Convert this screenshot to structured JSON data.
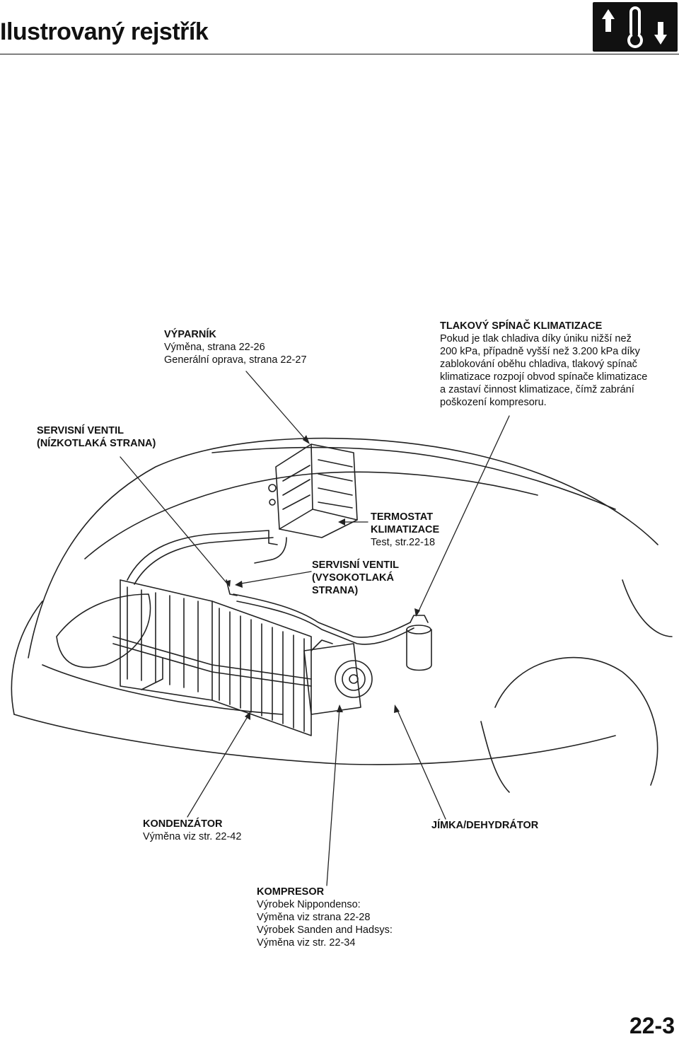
{
  "header": {
    "title": "Ilustrovaný rejstřík",
    "badge_icon": "temperature-up-down-icon"
  },
  "callouts": {
    "evaporator": {
      "heading": "VÝPARNÍK",
      "lines": [
        "Výměna, strana 22-26",
        "Generální oprava, strana 22-27"
      ]
    },
    "pressure_switch": {
      "heading": "TLAKOVÝ SPÍNAČ KLIMATIZACE",
      "lines": [
        "Pokud je tlak chladiva díky úniku nižší než",
        "200 kPa, případně vyšší než 3.200 kPa díky",
        "zablokování oběhu chladiva, tlakový spínač",
        "klimatizace rozpojí obvod spínače klimatizace",
        "a zastaví činnost klimatizace, čímž zabrání",
        "poškození kompresoru."
      ]
    },
    "low_side_valve": {
      "heading_lines": [
        "SERVISNÍ VENTIL",
        "(NÍZKOTLAKÁ STRANA)"
      ]
    },
    "thermostat": {
      "heading_lines": [
        "TERMOSTAT",
        "KLIMATIZACE"
      ],
      "lines": [
        "Test, str.22-18"
      ]
    },
    "high_side_valve": {
      "heading_lines": [
        "SERVISNÍ VENTIL",
        "(VYSOKOTLAKÁ",
        "STRANA)"
      ]
    },
    "condenser": {
      "heading": "KONDENZÁTOR",
      "lines": [
        "Výměna viz str. 22-42"
      ]
    },
    "receiver": {
      "heading": "JÍMKA/DEHYDRÁTOR"
    },
    "compressor": {
      "heading": "KOMPRESOR",
      "lines": [
        "Výrobek Nippondenso:",
        "Výměna viz strana 22-28",
        "Výrobek Sanden and Hadsys:",
        "Výměna viz str. 22-34"
      ]
    }
  },
  "footer": {
    "page_number": "22-3"
  }
}
